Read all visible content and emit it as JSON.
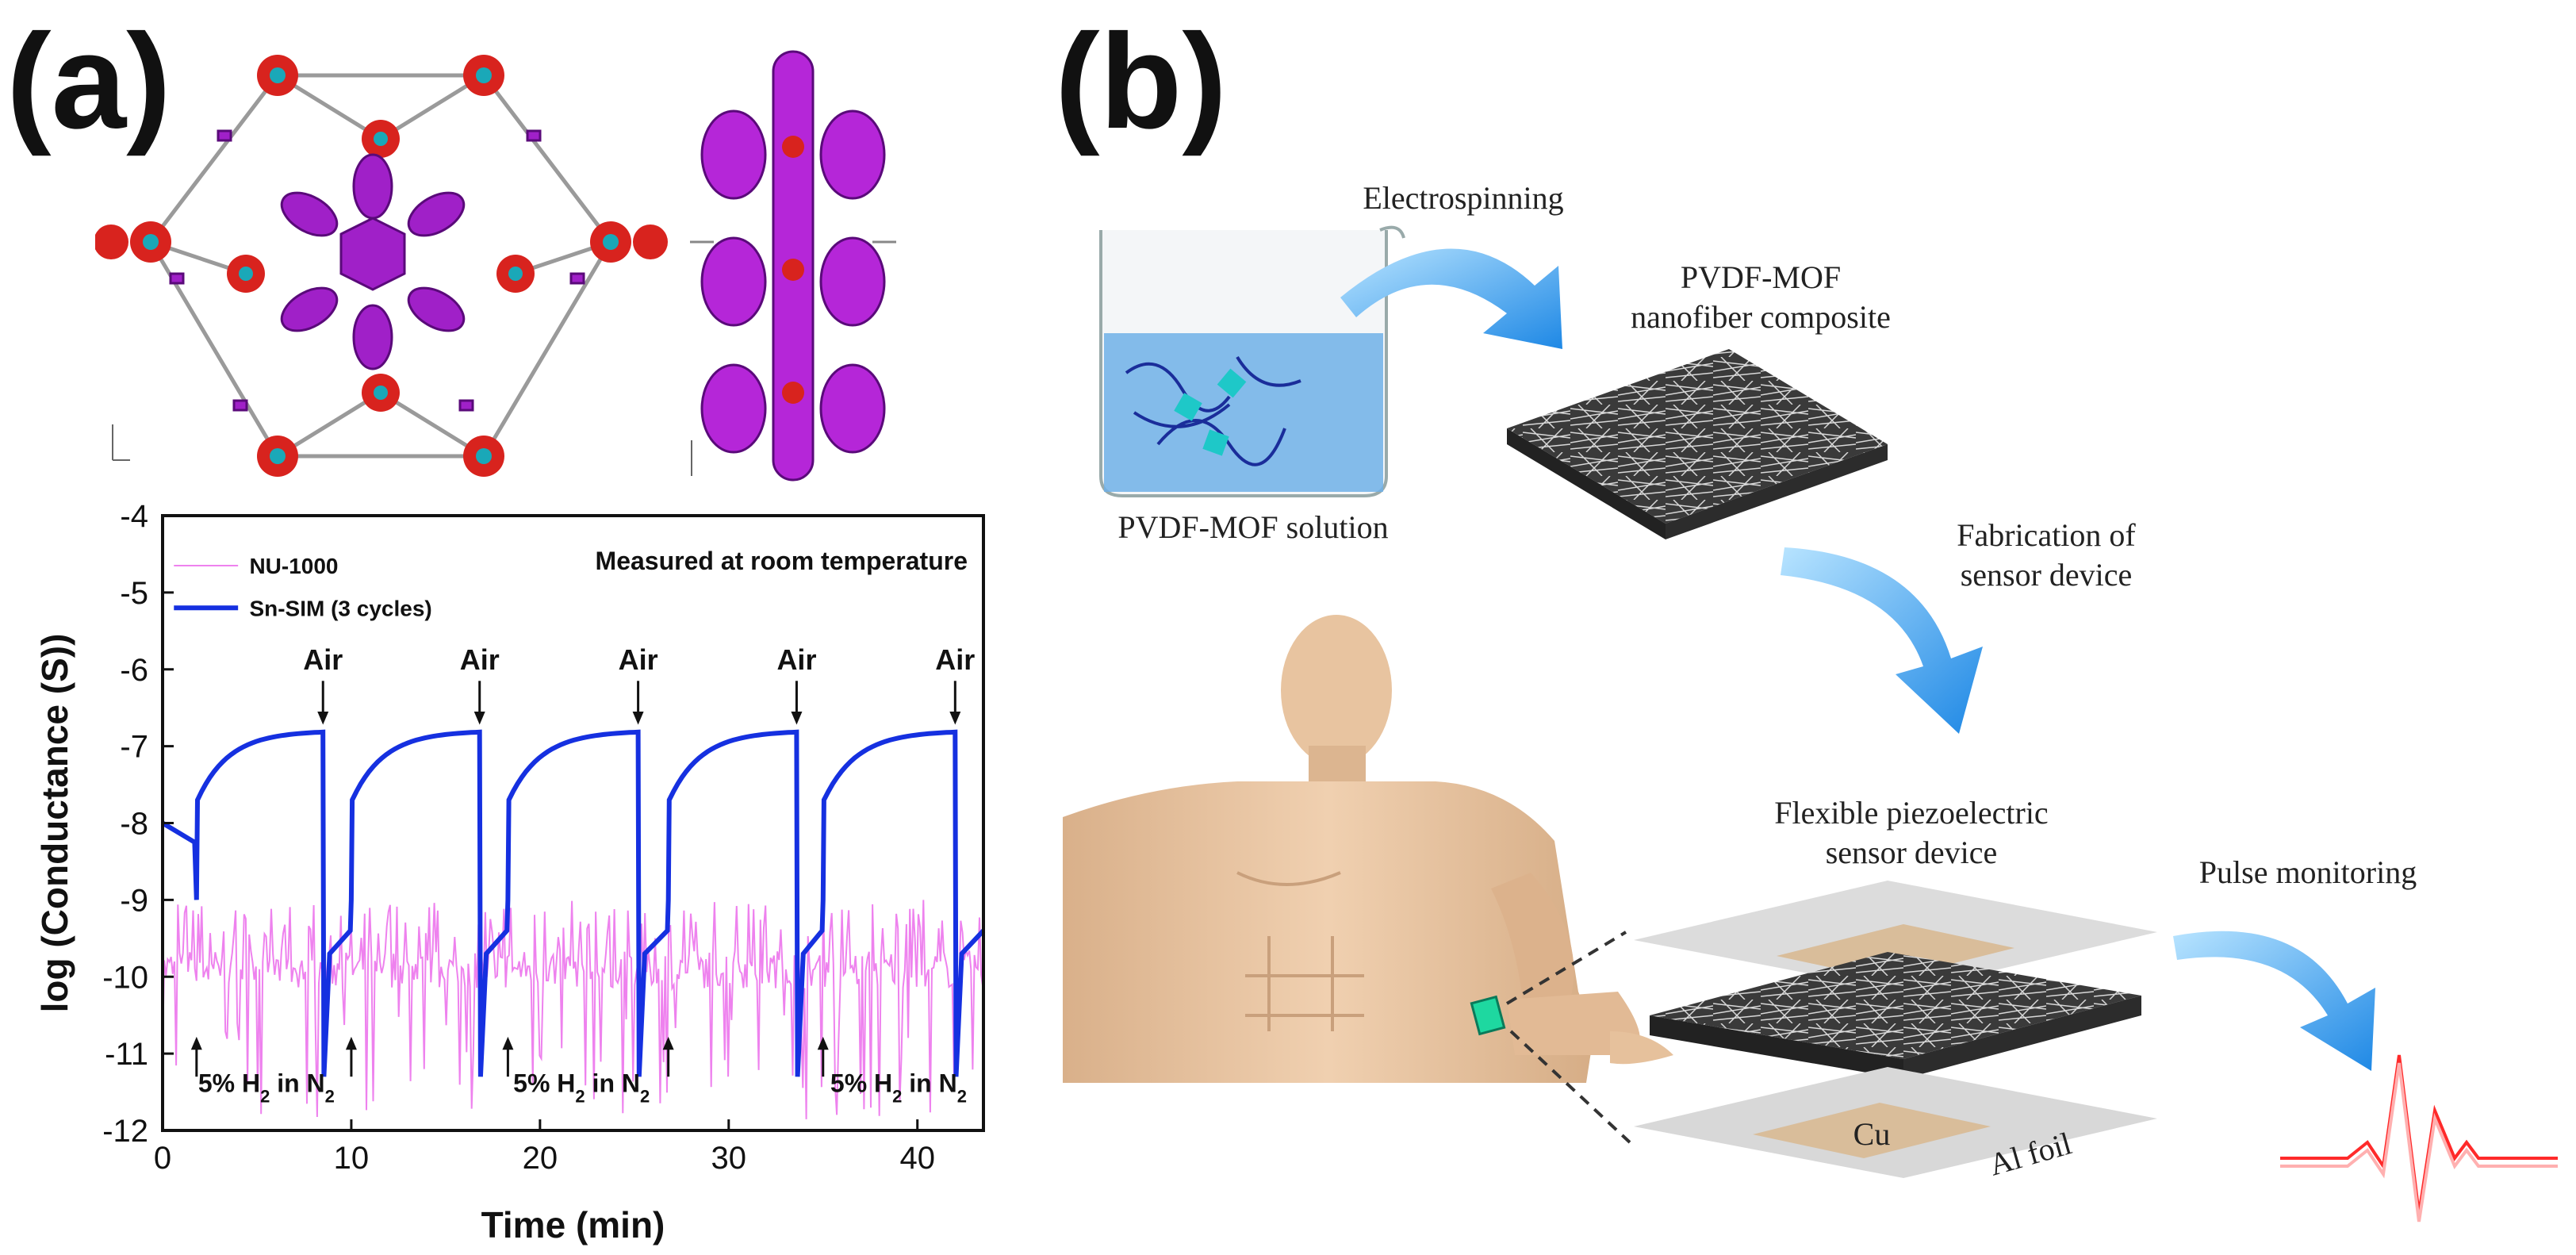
{
  "panel_a": {
    "label": "(a)",
    "chart_data": {
      "type": "line",
      "xlabel": "Time (min)",
      "ylabel": "log (Conductance (S))",
      "xlim": [
        0,
        43.5
      ],
      "ylim": [
        -12,
        -4
      ],
      "x_ticks": [
        "0",
        "10",
        "20",
        "30",
        "40"
      ],
      "y_ticks": [
        "-4",
        "-5",
        "-6",
        "-7",
        "-8",
        "-9",
        "-10",
        "-11",
        "-12"
      ],
      "annotation": "Measured at room temperature",
      "series": [
        {
          "name": "NU-1000",
          "color": "#ee82ee"
        },
        {
          "name": "Sn-SIM (3 cycles)",
          "color": "#1530e0",
          "cycles": [
            {
              "h2_on": 1.8,
              "air_on": 8.5
            },
            {
              "h2_on": 10.0,
              "air_on": 16.8
            },
            {
              "h2_on": 18.3,
              "air_on": 25.2
            },
            {
              "h2_on": 26.8,
              "air_on": 33.6
            },
            {
              "h2_on": 35.0,
              "air_on": 42.0
            }
          ],
          "start_level": -8.0,
          "plateau_level": -6.8,
          "step_level": -7.7,
          "drop_level": -11.3,
          "recover_level": -9.7
        }
      ],
      "air_label": "Air",
      "gas_label_parts": [
        "5% H",
        "2",
        " in N",
        "2"
      ],
      "air_arrows_x": [
        8.5,
        16.8,
        25.2,
        33.6,
        42.0
      ],
      "gas_arrows_x": [
        1.8,
        10.0,
        18.3,
        26.8,
        35.0
      ],
      "gas_labels_x": [
        5.5,
        22.2,
        39.0
      ]
    }
  },
  "panel_b": {
    "label": "(b)",
    "step_electrospinning": "Electrospinning",
    "composite_label": "PVDF-MOF\nnanofiber composite",
    "solution_label": "PVDF-MOF solution",
    "step_fabrication": "Fabrication of\nsensor device",
    "device_label": "Flexible piezoelectric\nsensor device",
    "pulse_label": "Pulse monitoring",
    "cu_label": "Cu",
    "al_label": "Al foil",
    "colors": {
      "arrow": "#1e90ff",
      "skin": "#e8c4a0",
      "pulse": "#ff2a2a",
      "copper": "#d9bd9a"
    }
  }
}
